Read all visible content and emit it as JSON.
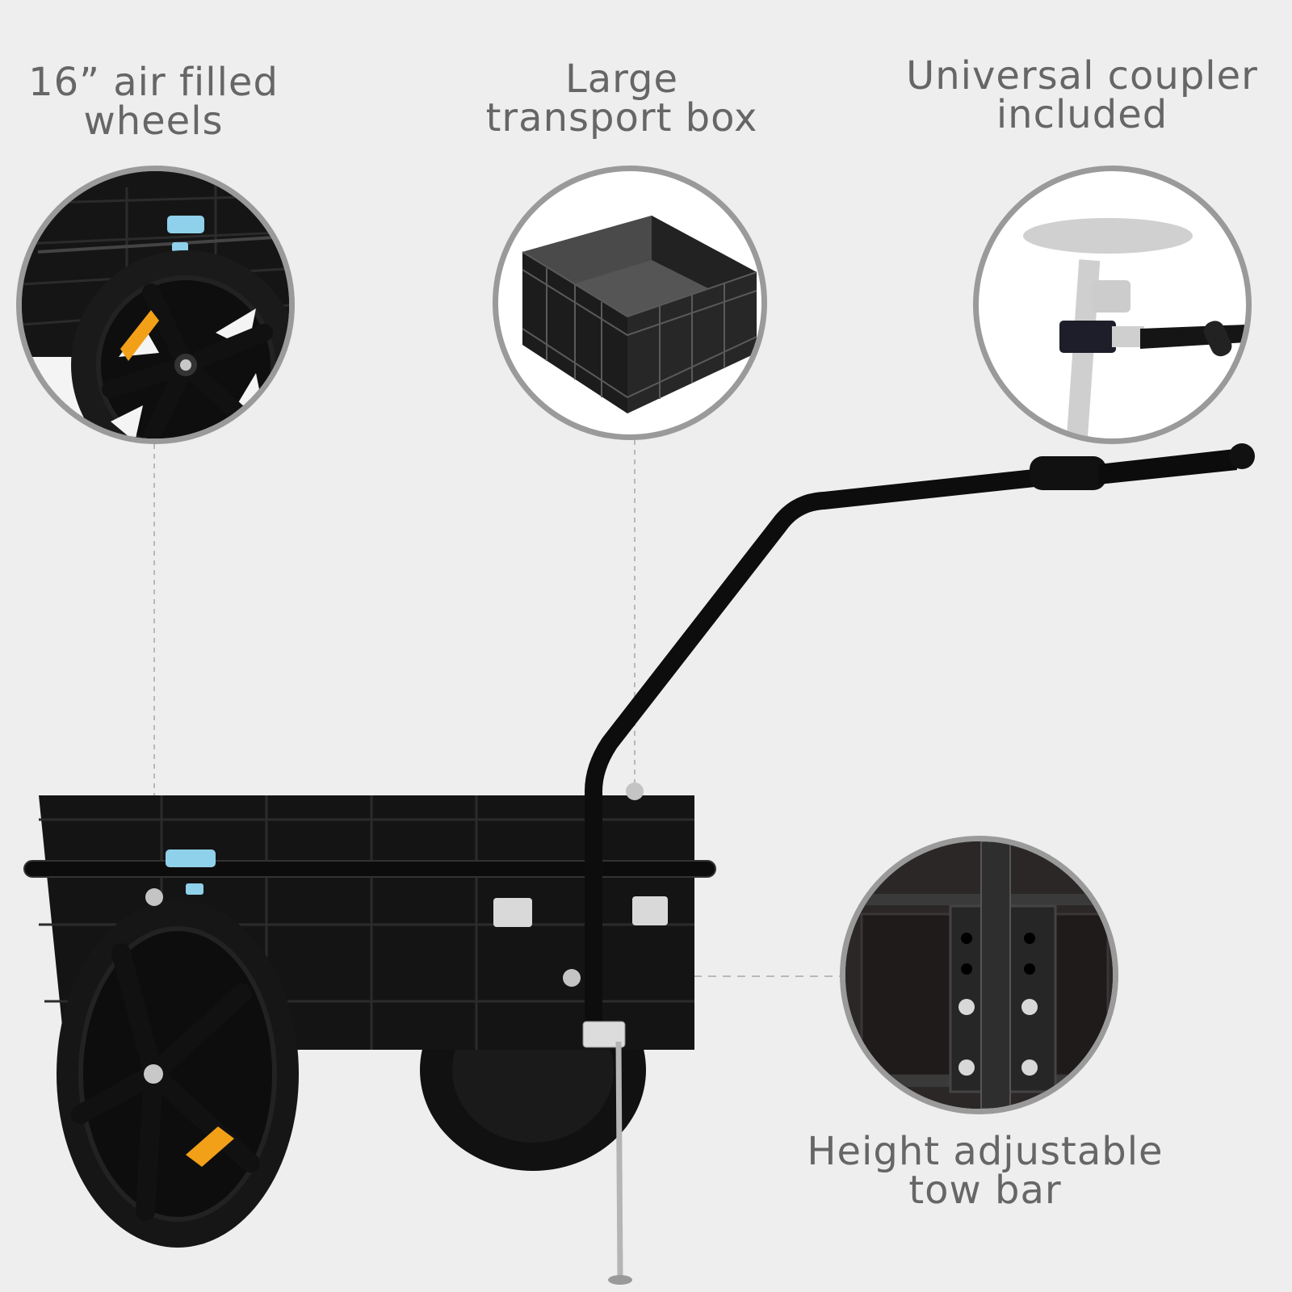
{
  "background_color": "#eeeeee",
  "text_color": "#666666",
  "circle_border_color": "#9a9a9a",
  "features": [
    {
      "id": "wheels",
      "lines": [
        "16” air filled",
        "wheels"
      ]
    },
    {
      "id": "box",
      "lines": [
        "Large",
        "transport box"
      ]
    },
    {
      "id": "coupler",
      "lines": [
        "Universal coupler",
        "included"
      ]
    },
    {
      "id": "towbar",
      "lines": [
        "Height adjustable",
        "tow bar"
      ]
    }
  ],
  "accent_colors": {
    "trailer_black": "#141414",
    "latch_blue": "#8fd0ea",
    "reflector_orange": "#f3a019",
    "reflector_silver": "#d9d9d9"
  }
}
